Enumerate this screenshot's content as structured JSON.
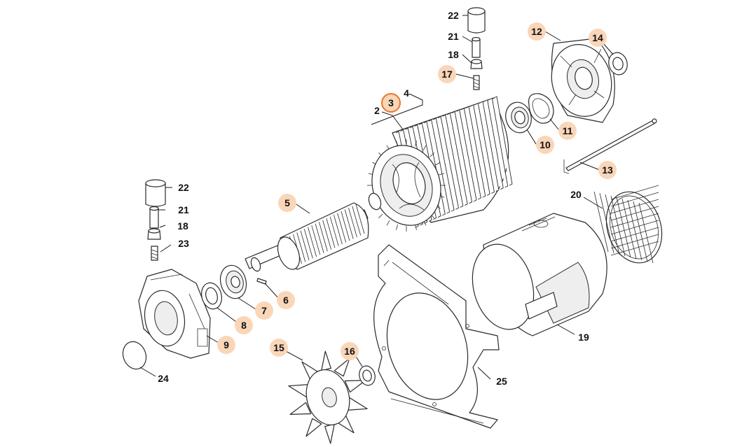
{
  "colors": {
    "badge_fill": "#fad6b8",
    "badge_active_stroke": "#e8762b",
    "line": "#2a2a2a",
    "text": "#111111"
  },
  "callouts": [
    {
      "id": "22a",
      "text": "22",
      "highlighted": false,
      "active": false
    },
    {
      "id": "21a",
      "text": "21",
      "highlighted": false,
      "active": false
    },
    {
      "id": "18a",
      "text": "18",
      "highlighted": false,
      "active": false
    },
    {
      "id": "17",
      "text": "17",
      "highlighted": true,
      "active": false
    },
    {
      "id": "12",
      "text": "12",
      "highlighted": true,
      "active": false
    },
    {
      "id": "14",
      "text": "14",
      "highlighted": true,
      "active": false
    },
    {
      "id": "11",
      "text": "11",
      "highlighted": true,
      "active": false
    },
    {
      "id": "10",
      "text": "10",
      "highlighted": true,
      "active": false
    },
    {
      "id": "13",
      "text": "13",
      "highlighted": true,
      "active": false
    },
    {
      "id": "4",
      "text": "4",
      "highlighted": false,
      "active": false
    },
    {
      "id": "3",
      "text": "3",
      "highlighted": true,
      "active": true
    },
    {
      "id": "2",
      "text": "2",
      "highlighted": false,
      "active": false
    },
    {
      "id": "5",
      "text": "5",
      "highlighted": true,
      "active": false
    },
    {
      "id": "20",
      "text": "20",
      "highlighted": false,
      "active": false
    },
    {
      "id": "22b",
      "text": "22",
      "highlighted": false,
      "active": false
    },
    {
      "id": "21b",
      "text": "21",
      "highlighted": false,
      "active": false
    },
    {
      "id": "18b",
      "text": "18",
      "highlighted": false,
      "active": false
    },
    {
      "id": "23",
      "text": "23",
      "highlighted": false,
      "active": false
    },
    {
      "id": "6",
      "text": "6",
      "highlighted": true,
      "active": false
    },
    {
      "id": "7",
      "text": "7",
      "highlighted": true,
      "active": false
    },
    {
      "id": "8",
      "text": "8",
      "highlighted": true,
      "active": false
    },
    {
      "id": "9",
      "text": "9",
      "highlighted": true,
      "active": false
    },
    {
      "id": "19",
      "text": "19",
      "highlighted": false,
      "active": false
    },
    {
      "id": "15",
      "text": "15",
      "highlighted": true,
      "active": false
    },
    {
      "id": "16",
      "text": "16",
      "highlighted": true,
      "active": false
    },
    {
      "id": "25",
      "text": "25",
      "highlighted": false,
      "active": false
    },
    {
      "id": "24",
      "text": "24",
      "highlighted": false,
      "active": false
    }
  ]
}
